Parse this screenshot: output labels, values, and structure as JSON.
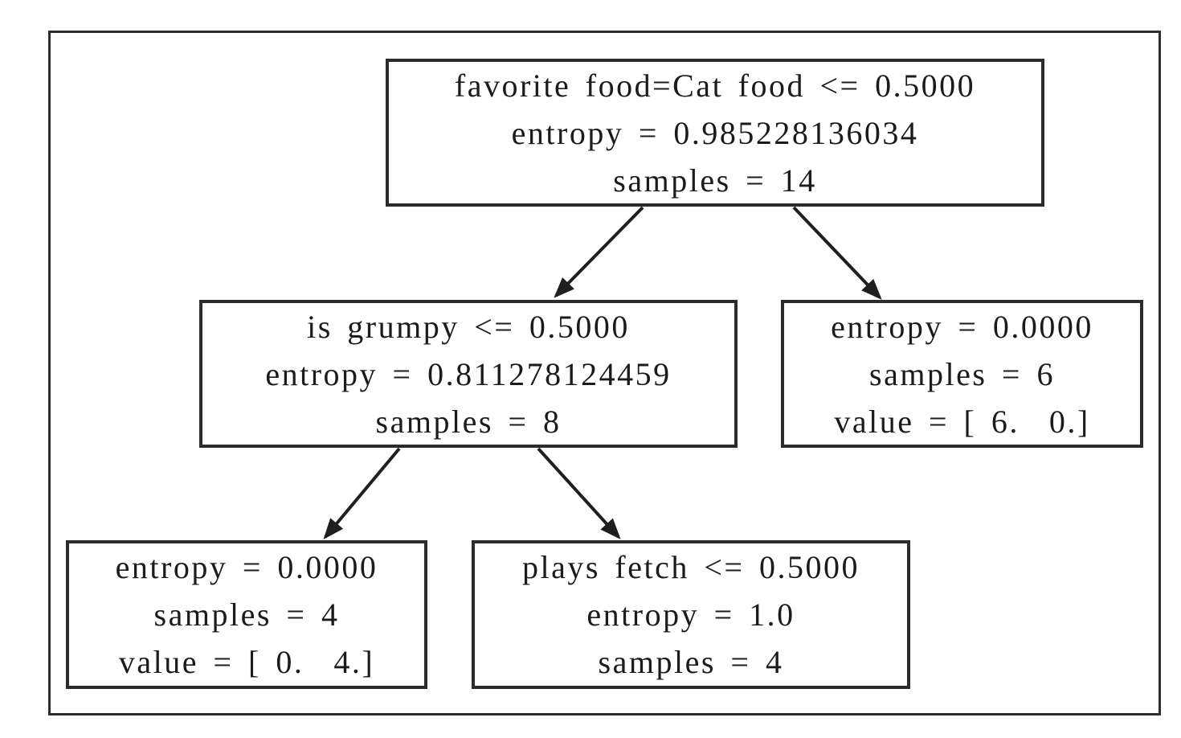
{
  "diagram": {
    "type": "decision-tree",
    "background_color": "#ffffff",
    "border_color": "#2c2c2c",
    "text_color": "#1b1b1b",
    "nodes": [
      {
        "id": "root",
        "lines": [
          "favorite food=Cat food <= 0.5000",
          "entropy = 0.985228136034",
          "samples = 14"
        ]
      },
      {
        "id": "is-grumpy",
        "lines": [
          "is grumpy <= 0.5000",
          "entropy = 0.811278124459",
          "samples = 8"
        ]
      },
      {
        "id": "leaf-right",
        "lines": [
          "entropy = 0.0000",
          "samples = 6",
          "value = [ 6.  0.]"
        ]
      },
      {
        "id": "leaf-left",
        "lines": [
          "entropy = 0.0000",
          "samples = 4",
          "value = [ 0.  4.]"
        ]
      },
      {
        "id": "plays-fetch",
        "lines": [
          "plays fetch <= 0.5000",
          "entropy = 1.0",
          "samples = 4"
        ]
      }
    ],
    "edges": [
      {
        "from": "root",
        "to": "is-grumpy"
      },
      {
        "from": "root",
        "to": "leaf-right"
      },
      {
        "from": "is-grumpy",
        "to": "leaf-left"
      },
      {
        "from": "is-grumpy",
        "to": "plays-fetch"
      }
    ]
  }
}
